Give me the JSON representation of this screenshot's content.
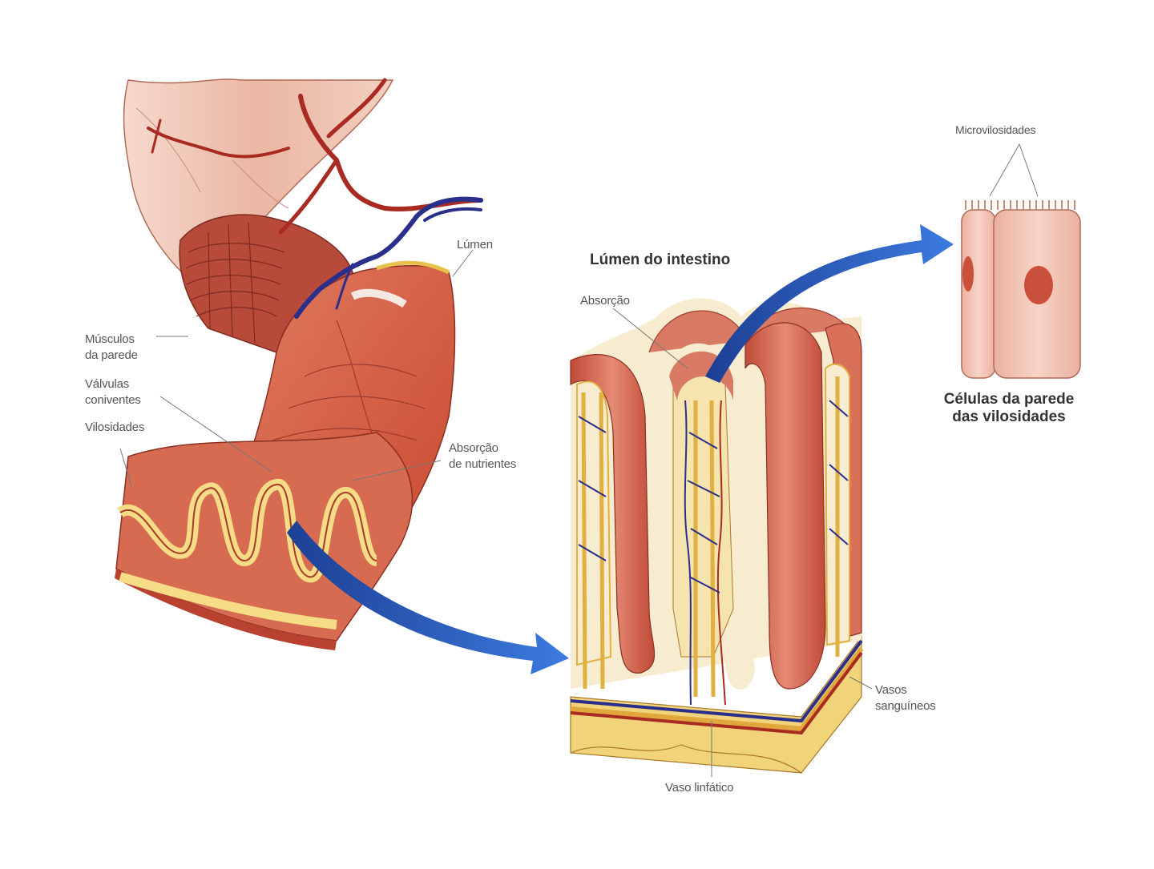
{
  "labels": {
    "lumen": "Lúmen",
    "musculos": "Músculos\nda parede",
    "valvulas": "Válvulas\nconiventes",
    "vilosidades": "Vilosidades",
    "absorcao_nutrientes": "Absorção\nde nutrientes",
    "lumen_intestino": "Lúmen do intestino",
    "absorcao": "Absorção",
    "microvilosidades": "Microvilosidades",
    "celulas": "Células da parede\ndas vilosidades",
    "vasos": "Vasos\nsanguíneos",
    "vaso_linfatico": "Vaso linfático"
  },
  "colors": {
    "tissue_red": "#c9503a",
    "tissue_pink": "#e7a48c",
    "submucosa_yellow": "#f7e3a0",
    "artery": "#b3241c",
    "vein": "#2b2f8c",
    "lymph": "#e0b040",
    "arrow_blue": "#2b5fc4",
    "cell_pink": "#f0c4b4",
    "nucleus": "#c9503a"
  }
}
